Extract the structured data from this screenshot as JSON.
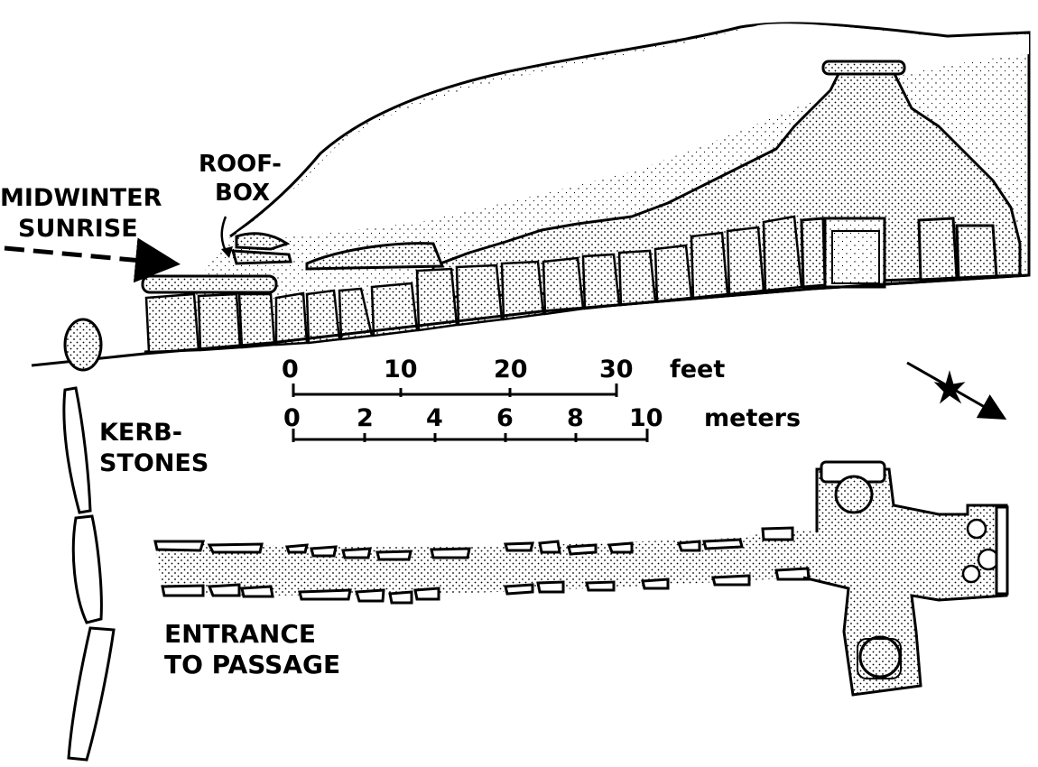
{
  "labels": {
    "midwinter_line1": "MIDWINTER",
    "midwinter_line2": "SUNRISE",
    "roofbox_line1": "ROOF-",
    "roofbox_line2": "BOX",
    "kerbstones_line1": "KERB-",
    "kerbstones_line2": "STONES",
    "entrance_line1": "ENTRANCE",
    "entrance_line2": "TO PASSAGE"
  },
  "scale_feet": {
    "unit": "feet",
    "ticks": [
      "0",
      "10",
      "20",
      "30"
    ]
  },
  "scale_meters": {
    "unit": "meters",
    "ticks": [
      "0",
      "2",
      "4",
      "6",
      "8",
      "10"
    ]
  },
  "colors": {
    "ink": "#000000",
    "paper": "#ffffff"
  }
}
